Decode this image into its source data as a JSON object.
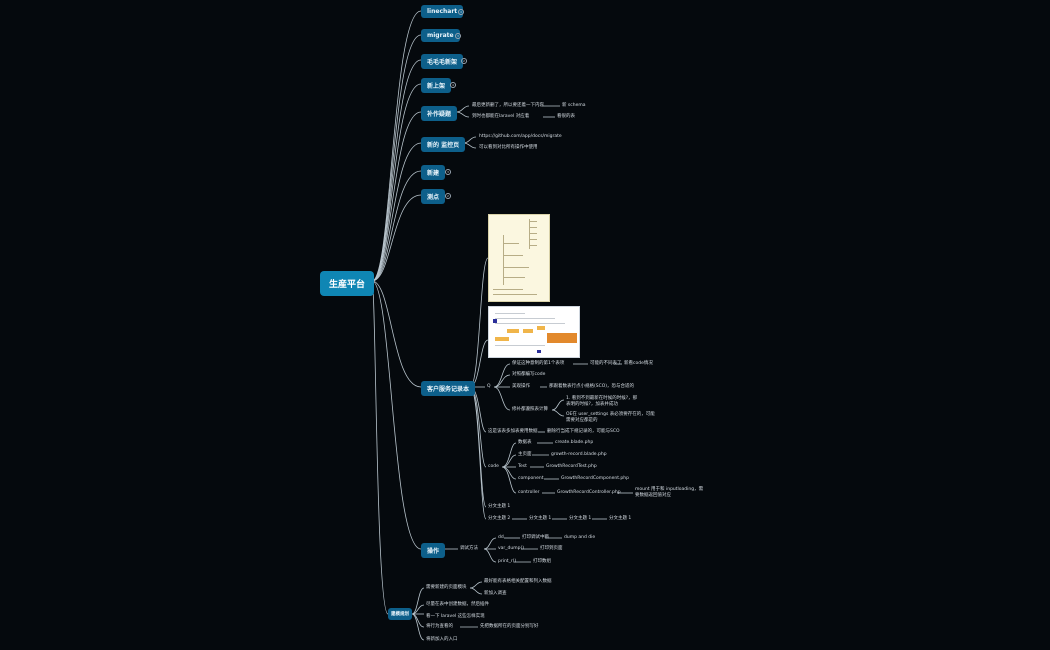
{
  "root": "生産平台",
  "topics": {
    "linechart": "linechart",
    "migrate": "migrate",
    "t3": "毛毛毛新架",
    "t4": "新上架",
    "t5": "补作疑题",
    "t6": "新的 监控页",
    "t7": "新建",
    "t8": "测点",
    "t9": "客户服务记录本",
    "t10": "操作",
    "t11": "建模规划"
  },
  "badges": {
    "b1": "4",
    "b2": "3",
    "b3": "2",
    "b4": "4",
    "b5": "3",
    "b6": "2"
  },
  "t5": {
    "a": "最后更新删了，所以要还着一下内容",
    "a2": "新 schema",
    "b": "到时也都能在laravel 对应着",
    "b2": "看很的表"
  },
  "t6": {
    "a": "https://github.com/app/docs/migrate",
    "b": "可以看到对比所有操作中使用"
  },
  "t9": {
    "q": "Q",
    "q1": "保证这种意制的第1个表项",
    "q1a": "可能的不同表了",
    "q1b": "新看code情况",
    "q2": "对照都编写code",
    "q3": "美观操作",
    "q3a": "那跟着数表行点小规格(SCO)，恐与合适的",
    "q4": "修补都遵照表计算",
    "q4a": "1. 看到不到最新在时候的时候?，那表明的时候?，加表并成功",
    "q4b": "OE在 user_settings 表必须要存在的，可能需要对应都是的",
    "q5": "这是该表多加表要用数据",
    "q5a": "删除行当成下规记录的，可能与SCO",
    "code": "code",
    "c1": "数据表",
    "c1a": "create.blade.php",
    "c2": "主页面",
    "c2a": "growth-record.blade.php",
    "c3": "Test",
    "c3a": "GrowthRecordTest.php",
    "c4": "component",
    "c4a": "GrowthRecordComponent.php",
    "c5": "controller",
    "c5a": "GrowthRecordController.php",
    "c5b": "mount 用于和 inputloading，需要数据返回值对应",
    "r1": "分文主题 1",
    "r2": "分文主题 2",
    "r2a": "分文主题 1",
    "r2b": "分文主题 1",
    "r2c": "分文主题 1"
  },
  "t10": {
    "a": "调试方法",
    "a1": "dd",
    "a1x": "打印调试中断",
    "a1y": "dump and die",
    "a2": "var_dump()",
    "a2x": "打印到页面",
    "a3": "print_r()",
    "a3x": "打印数组"
  },
  "t11": {
    "a": "需要新建的页面模块",
    "a1": "最好能有表格相关配置和列入数据",
    "a2": "新加入调查",
    "b": "尽量在表中创建数据，然后插件",
    "c": "看一下 laravel 这些怎样实现",
    "d": "将行为查看的",
    "d1": "先把数据所在的页面分别写好",
    "e": "将新加入的入口"
  },
  "colors": {
    "background": "#05090d",
    "topic": "#0d5f8a",
    "root": "#0f86b4",
    "connector": "#b8c4cc"
  }
}
